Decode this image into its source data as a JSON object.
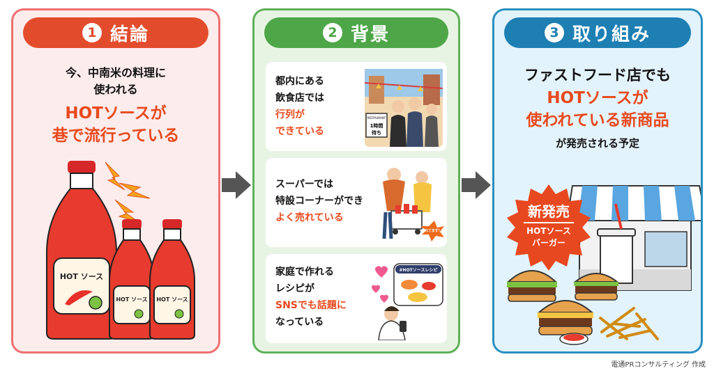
{
  "panel1": {
    "number": "1",
    "title": "結論",
    "line1": "今、中南米の料理に",
    "line2": "使われる",
    "highlight1": "HOTソースが",
    "highlight2": "巷で流行っている",
    "bottle_label": "HOT ソース"
  },
  "panel2": {
    "number": "2",
    "title": "背景",
    "cards": [
      {
        "lines": [
          "都内にある",
          "飲食店では"
        ],
        "red_lines": [
          "行列が",
          "できている"
        ],
        "sign_top": "RESTAURANT",
        "sign_mid": "1時間",
        "sign_bot": "待ち"
      },
      {
        "lines": [
          "スーパーでは",
          "特設コーナーができ"
        ],
        "red_lines": [
          "よく売れている"
        ],
        "badge": "売れてます！"
      },
      {
        "lines": [
          "家庭で作れる",
          "レシピが"
        ],
        "red_lines": [
          "SNSでも話題に"
        ],
        "tail_lines": [
          "なっている"
        ],
        "hashtag": "#HOTソースレシピ"
      }
    ]
  },
  "panel3": {
    "number": "3",
    "title": "取り組み",
    "line1": "ファストフード店でも",
    "highlight1": "HOTソースが",
    "highlight2": "使われている新商品",
    "line4": "が発売される予定",
    "badge_title": "新発売",
    "badge_sub1": "HOTソース",
    "badge_sub2": "バーガー"
  },
  "credit": "電通PRコンサルティング 作成",
  "colors": {
    "red": "#e24c2c",
    "green": "#4ea648",
    "blue": "#1e7fb3",
    "highlight": "#e8491d"
  }
}
